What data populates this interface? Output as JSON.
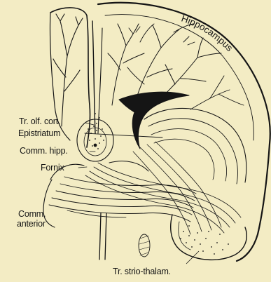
{
  "figure": {
    "background": "#f3ecc4",
    "ink": "#151515",
    "labels": {
      "hippocampus": "Hippocampus",
      "tr_olf_cort": "Tr. olf. cort.",
      "epistriatum": "Epistriatum",
      "comm_hipp": "Comm. hipp.",
      "fornix": "Fornix",
      "comm_anterior_line1": "Comm.",
      "comm_anterior_line2": "anterior",
      "tr_strio_thalam": "Tr. strio-thalam."
    }
  }
}
